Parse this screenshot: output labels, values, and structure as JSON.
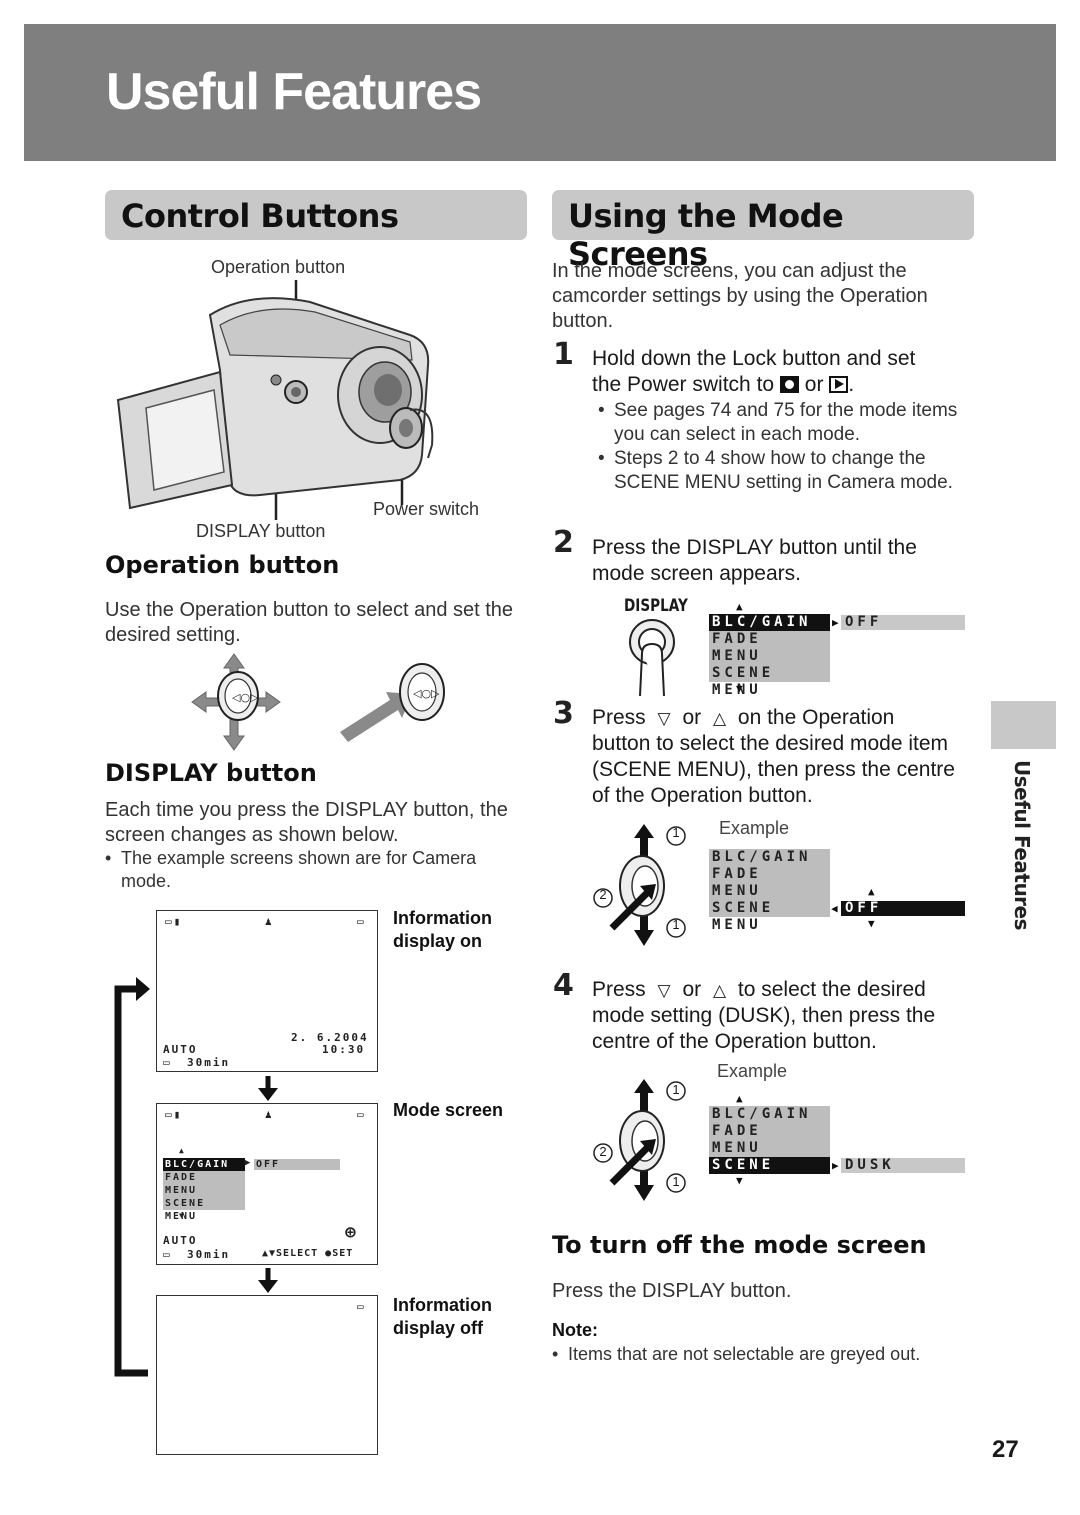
{
  "header": {
    "title": "Useful Features"
  },
  "left": {
    "section_title": "Control Buttons",
    "camera": {
      "label_operation": "Operation button",
      "label_power": "Power switch",
      "label_display": "DISPLAY button"
    },
    "operation": {
      "heading": "Operation button",
      "text": "Use the Operation button to select and set the desired setting."
    },
    "display": {
      "heading": "DISPLAY button",
      "text": "Each time you press the DISPLAY button, the screen changes as shown below.",
      "bullet": "The example screens shown are for Camera mode."
    },
    "screens": {
      "info_on_label_1": "Information",
      "info_on_label_2": "display on",
      "mode_label": "Mode screen",
      "info_off_label_1": "Information",
      "info_off_label_2": "display off",
      "lcd1": {
        "date": "2.  6.2004",
        "time": "10:30",
        "auto": "AUTO",
        "tape": "30min"
      },
      "lcd2": {
        "items": [
          "BLC/GAIN",
          "FADE",
          "MENU",
          "SCENE MENU"
        ],
        "value": "OFF",
        "auto": "AUTO",
        "tape": "30min",
        "guide": "▲▼SELECT  ●SET"
      }
    }
  },
  "right": {
    "section_title": "Using the Mode Screens",
    "intro": "In the mode screens, you can adjust the camcorder settings by using the Operation button.",
    "steps": [
      {
        "num": "1",
        "line1": "Hold down the Lock button and set",
        "line2_pre": "the Power switch to",
        "line2_mid": "or",
        "line2_end": ".",
        "bullets": [
          "See pages 74 and 75 for the mode items you can select in each mode.",
          "Steps 2 to 4 show how to change the SCENE MENU setting in Camera mode."
        ]
      },
      {
        "num": "2",
        "text": "Press the DISPLAY button until the mode screen appears."
      },
      {
        "num": "3",
        "line1_pre": "Press",
        "line1_mid": "or",
        "line1_end": "on the Operation",
        "rest": "button to select the desired mode item (SCENE MENU), then press the centre of the Operation button."
      },
      {
        "num": "4",
        "line1_pre": "Press",
        "line1_mid": "or",
        "line1_end": "to select the desired",
        "rest": "mode setting (DUSK), then press the centre of the Operation button."
      }
    ],
    "display_key_label": "DISPLAY",
    "menu_items": [
      "BLC/GAIN",
      "FADE",
      "MENU",
      "SCENE MENU"
    ],
    "menu2_value": "OFF",
    "menu3_value": "OFF",
    "menu4_value": "DUSK",
    "example_label": "Example",
    "callout_1": "1",
    "callout_2": "2",
    "off_heading": "To turn off the mode screen",
    "off_text": "Press the DISPLAY button.",
    "note_label": "Note:",
    "note_bullet": "Items that are not selectable are greyed out."
  },
  "side_tab": "Useful Features",
  "page_number": "27"
}
